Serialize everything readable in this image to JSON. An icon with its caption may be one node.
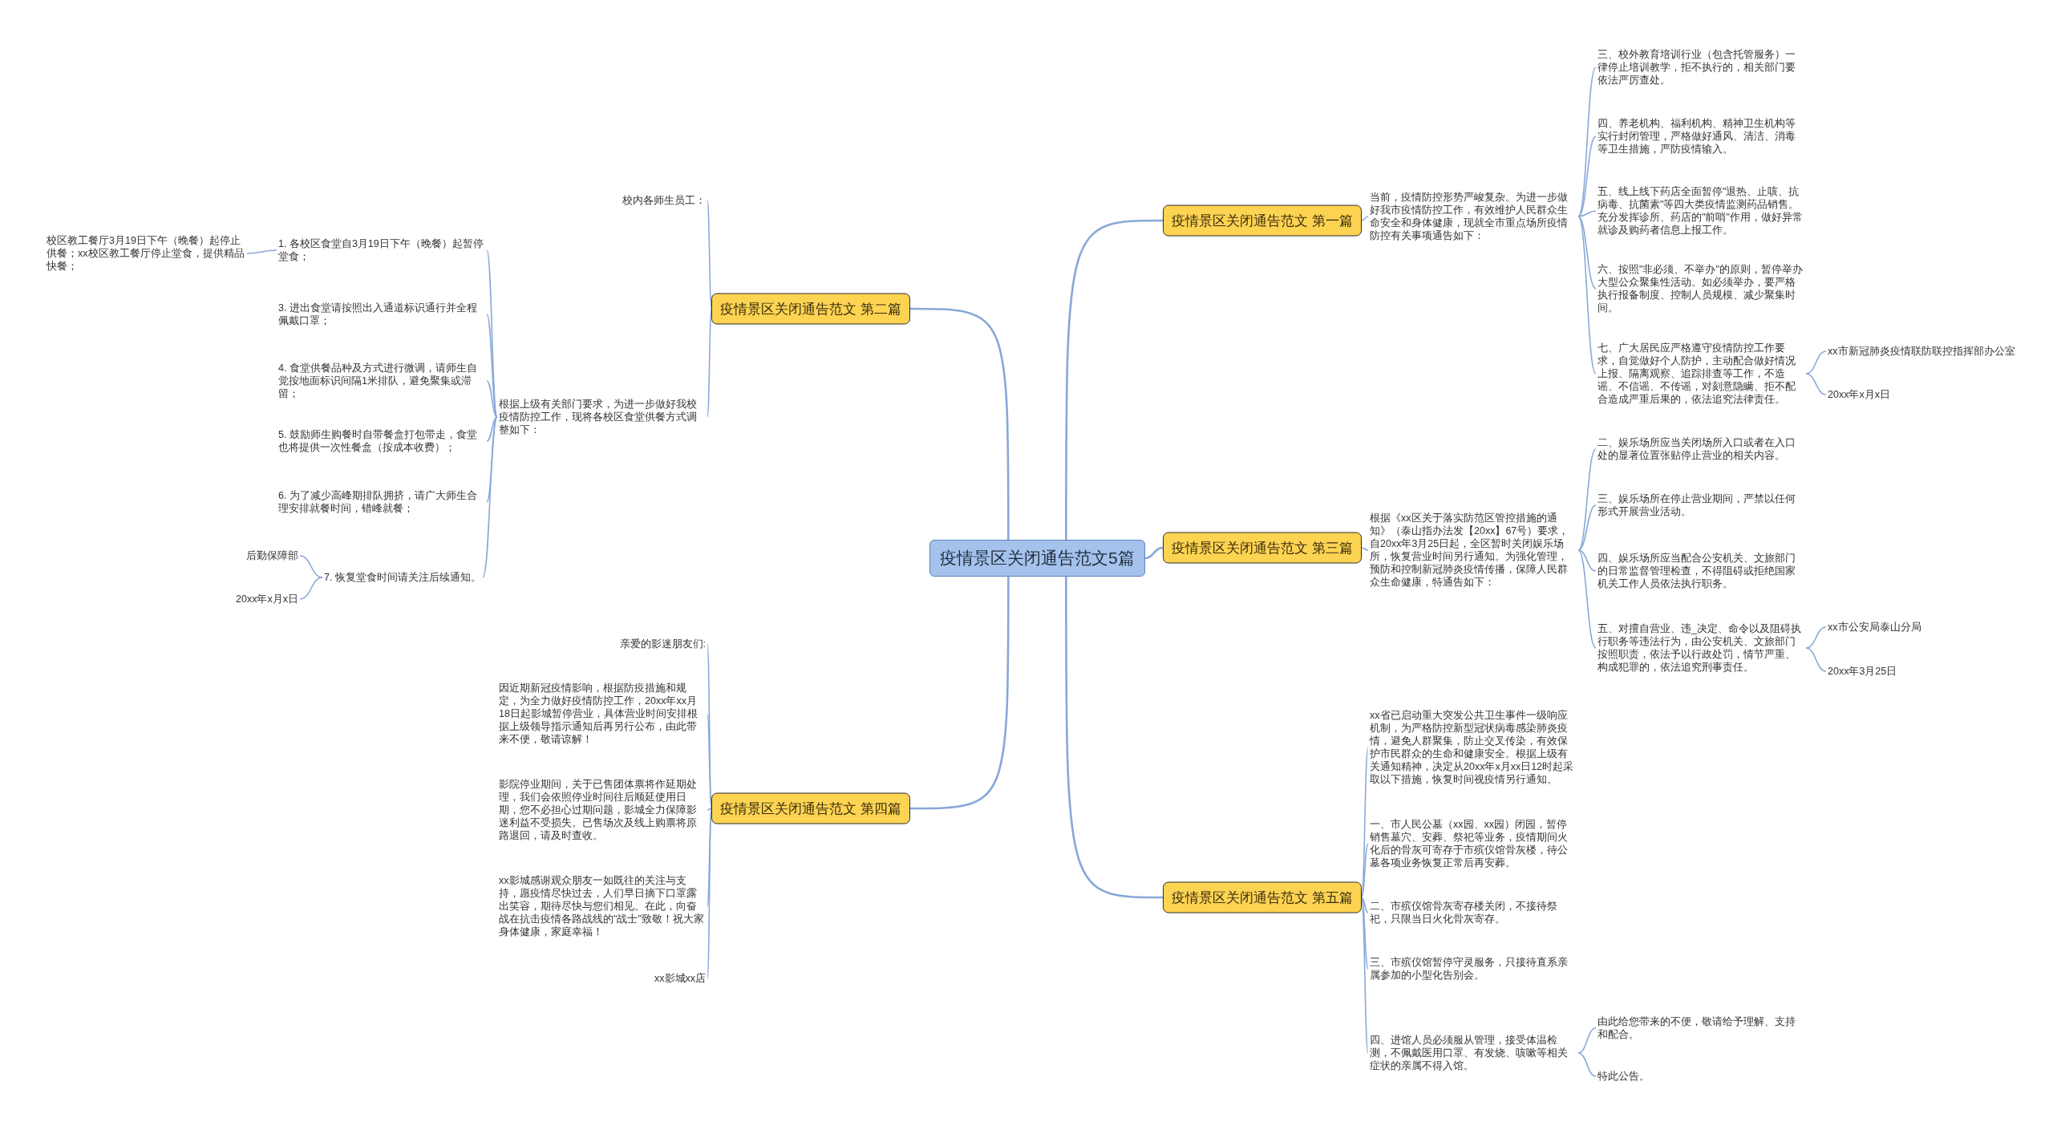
{
  "diagram": {
    "nodes": [
      {
        "text": [
          "疫情景区关闭通告范文5篇"
        ]
      },
      {
        "text": [
          "疫情景区关闭通告范文 第一篇"
        ]
      },
      {
        "text": [
          "当前，疫情防控形势严峻复杂。为进一步做好我市疫情防控工作，有效维护人民群众生命安全和身体健康，现就全市重点场所疫情防控有关事项通告如下："
        ]
      },
      {
        "text": [
          "三、校外教育培训行业（包含托管服务）一律停止培训教学，拒不执行的，相关部门要依法严厉查处。"
        ]
      },
      {
        "text": [
          "四、养老机构、福利机构、精神卫生机构等实行封闭管理，严格做好通风、清洁、消毒等卫生措施，严防疫情输入。"
        ]
      },
      {
        "text": [
          "五、线上线下药店全面暂停\"退热、止咳、抗病毒、抗菌素\"等四大类疫情监测药品销售。充分发挥诊所、药店的\"前哨\"作用，做好异常就诊及购药者信息上报工作。"
        ]
      },
      {
        "text": [
          "六、按照\"非必须、不举办\"的原则，暂停举办大型公众聚集性活动。如必须举办，要严格执行报备制度、控制人员规模、减少聚集时间。"
        ]
      },
      {
        "text": [
          "七、广大居民应严格遵守疫情防控工作要求，自觉做好个人防护，主动配合做好情况上报、隔离观察、追踪排查等工作，不造谣、不信谣、不传谣，对刻意隐瞒、拒不配合造成严重后果的，依法追究法律责任。"
        ]
      },
      {
        "text": [
          "xx市新冠肺炎疫情联防联控指挥部办公室"
        ]
      },
      {
        "text": [
          "20xx年x月x日"
        ]
      },
      {
        "text": [
          "疫情景区关闭通告范文 第二篇"
        ]
      },
      {
        "text": [
          "校内各师生员工："
        ]
      },
      {
        "text": [
          "根据上级有关部门要求，为进一步做好我校疫情防控工作，现将各校区食堂供餐方式调整如下："
        ]
      },
      {
        "text": [
          "1. 各校区食堂自3月19日下午（晚餐）起暂停堂食；"
        ]
      },
      {
        "text": [
          "校区教工餐厅3月19日下午（晚餐）起停止供餐；xx校区教工餐厅停止堂食，提供精品快餐；"
        ]
      },
      {
        "text": [
          "3. 进出食堂请按照出入通道标识通行并全程佩戴口罩；"
        ]
      },
      {
        "text": [
          "4. 食堂供餐品种及方式进行微调，请师生自觉按地面标识间隔1米排队，避免聚集或滞留；"
        ]
      },
      {
        "text": [
          "5. 鼓励师生购餐时自带餐盒打包带走，食堂也将提供一次性餐盒（按成本收费）；"
        ]
      },
      {
        "text": [
          "6. 为了减少高峰期排队拥挤，请广大师生合理安排就餐时间，错峰就餐；"
        ]
      },
      {
        "text": [
          "7. 恢复堂食时间请关注后续通知。"
        ]
      },
      {
        "text": [
          "后勤保障部"
        ]
      },
      {
        "text": [
          "20xx年x月x日"
        ]
      },
      {
        "text": [
          "疫情景区关闭通告范文 第三篇"
        ]
      },
      {
        "text": [
          "根据《xx区关于落实防范区管控措施的通知》（泰山指办法发【20xx】67号）要求，自20xx年3月25日起，全区暂时关闭娱乐场所，恢复营业时间另行通知。为强化管理，预防和控制新冠肺炎疫情传播，保障人民群众生命健康，特通告如下："
        ]
      },
      {
        "text": [
          "二、娱乐场所应当关闭场所入口或者在入口处的显著位置张贴停止营业的相关内容。"
        ]
      },
      {
        "text": [
          "三、娱乐场所在停止营业期间，严禁以任何形式开展营业活动。"
        ]
      },
      {
        "text": [
          "四、娱乐场所应当配合公安机关、文旅部门的日常监督管理检查，不得阻碍或拒绝国家机关工作人员依法执行职务。"
        ]
      },
      {
        "text": [
          "五、对擅自营业、违_决定、命令以及阻碍执行职务等违法行为，由公安机关、文旅部门按照职责，依法予以行政处罚，情节严重、构成犯罪的，依法追究刑事责任。"
        ]
      },
      {
        "text": [
          "xx市公安局泰山分局"
        ]
      },
      {
        "text": [
          "20xx年3月25日"
        ]
      },
      {
        "text": [
          "疫情景区关闭通告范文 第四篇"
        ]
      },
      {
        "text": [
          "亲爱的影迷朋友们:"
        ]
      },
      {
        "text": [
          "因近期新冠疫情影响，根据防疫措施和规定，为全力做好疫情防控工作，20xx年xx月18日起影城暂停营业，具体营业时间安排根据上级领导指示通知后再另行公布，由此带来不便，敬请谅解！"
        ]
      },
      {
        "text": [
          "影院停业期间，关于已售团体票将作延期处理，我们会依照停业时间往后顺延使用日期，您不必担心过期问题，影城全力保障影迷利益不受损失。已售场次及线上购票将原路退回，请及时查收。"
        ]
      },
      {
        "text": [
          "xx影城感谢观众朋友一如既往的关注与支持，愿疫情尽快过去，人们早日摘下口罩露出笑容，期待尽快与您们相见。在此，向奋战在抗击疫情各路战线的\"战士\"致敬！祝大家身体健康，家庭幸福！"
        ]
      },
      {
        "text": [
          "xx影城xx店"
        ]
      },
      {
        "text": [
          "疫情景区关闭通告范文 第五篇"
        ]
      },
      {
        "text": [
          "xx省已启动重大突发公共卫生事件一级响应机制，为严格防控新型冠状病毒感染肺炎疫情，避免人群聚集，防止交叉传染，有效保护市民群众的生命和健康安全。根据上级有关通知精神，决定从20xx年x月xx日12时起采取以下措施，恢复时间视疫情另行通知。"
        ]
      },
      {
        "text": [
          "一、市人民公墓（xx园、xx园）闭园，暂停销售墓穴、安葬、祭祀等业务，疫情期间火化后的骨灰可寄存于市殡仪馆骨灰楼，待公墓各项业务恢复正常后再安葬。"
        ]
      },
      {
        "text": [
          "二、市殡仪馆骨灰寄存楼关闭，不接待祭祀，只限当日火化骨灰寄存。"
        ]
      },
      {
        "text": [
          "三、市殡仪馆暂停守灵服务，只接待直系亲属参加的小型化告别会。"
        ]
      },
      {
        "text": [
          "四、进馆人员必须服从管理，接受体温检测，不佩戴医用口罩、有发烧、咳嗽等相关症状的亲属不得入馆。"
        ]
      },
      {
        "text": [
          "由此给您带来的不便，敬请给予理解、支持和配合。"
        ]
      },
      {
        "text": [
          "特此公告。"
        ]
      }
    ],
    "edges": [
      {
        "from": 0,
        "to": 1,
        "arrow": "none"
      },
      {
        "from": 1,
        "to": 2,
        "arrow": "none"
      },
      {
        "from": 2,
        "to": 3,
        "arrow": "none"
      },
      {
        "from": 2,
        "to": 4,
        "arrow": "none"
      },
      {
        "from": 2,
        "to": 5,
        "arrow": "none"
      },
      {
        "from": 2,
        "to": 6,
        "arrow": "none"
      },
      {
        "from": 2,
        "to": 7,
        "arrow": "none"
      },
      {
        "from": 7,
        "to": 8,
        "arrow": "none"
      },
      {
        "from": 7,
        "to": 9,
        "arrow": "none"
      },
      {
        "from": 0,
        "to": 10,
        "arrow": "none"
      },
      {
        "from": 10,
        "to": 11,
        "arrow": "none"
      },
      {
        "from": 10,
        "to": 12,
        "arrow": "none"
      },
      {
        "from": 12,
        "to": 13,
        "arrow": "none"
      },
      {
        "from": 13,
        "to": 14,
        "arrow": "none"
      },
      {
        "from": 12,
        "to": 15,
        "arrow": "none"
      },
      {
        "from": 12,
        "to": 16,
        "arrow": "none"
      },
      {
        "from": 12,
        "to": 17,
        "arrow": "none"
      },
      {
        "from": 12,
        "to": 18,
        "arrow": "none"
      },
      {
        "from": 12,
        "to": 19,
        "arrow": "none"
      },
      {
        "from": 19,
        "to": 20,
        "arrow": "none"
      },
      {
        "from": 19,
        "to": 21,
        "arrow": "none"
      },
      {
        "from": 0,
        "to": 22,
        "arrow": "none"
      },
      {
        "from": 22,
        "to": 23,
        "arrow": "none"
      },
      {
        "from": 23,
        "to": 24,
        "arrow": "none"
      },
      {
        "from": 23,
        "to": 25,
        "arrow": "none"
      },
      {
        "from": 23,
        "to": 26,
        "arrow": "none"
      },
      {
        "from": 23,
        "to": 27,
        "arrow": "none"
      },
      {
        "from": 27,
        "to": 28,
        "arrow": "none"
      },
      {
        "from": 27,
        "to": 29,
        "arrow": "none"
      },
      {
        "from": 0,
        "to": 30,
        "arrow": "none"
      },
      {
        "from": 30,
        "to": 31,
        "arrow": "none"
      },
      {
        "from": 30,
        "to": 32,
        "arrow": "none"
      },
      {
        "from": 30,
        "to": 33,
        "arrow": "none"
      },
      {
        "from": 30,
        "to": 34,
        "arrow": "none"
      },
      {
        "from": 30,
        "to": 35,
        "arrow": "none"
      },
      {
        "from": 0,
        "to": 36,
        "arrow": "none"
      },
      {
        "from": 36,
        "to": 37,
        "arrow": "none"
      },
      {
        "from": 36,
        "to": 38,
        "arrow": "none"
      },
      {
        "from": 36,
        "to": 39,
        "arrow": "none"
      },
      {
        "from": 36,
        "to": 40,
        "arrow": "none"
      },
      {
        "from": 36,
        "to": 41,
        "arrow": "none"
      },
      {
        "from": 41,
        "to": 42,
        "arrow": "none"
      },
      {
        "from": 41,
        "to": 43,
        "arrow": "none"
      }
    ]
  }
}
